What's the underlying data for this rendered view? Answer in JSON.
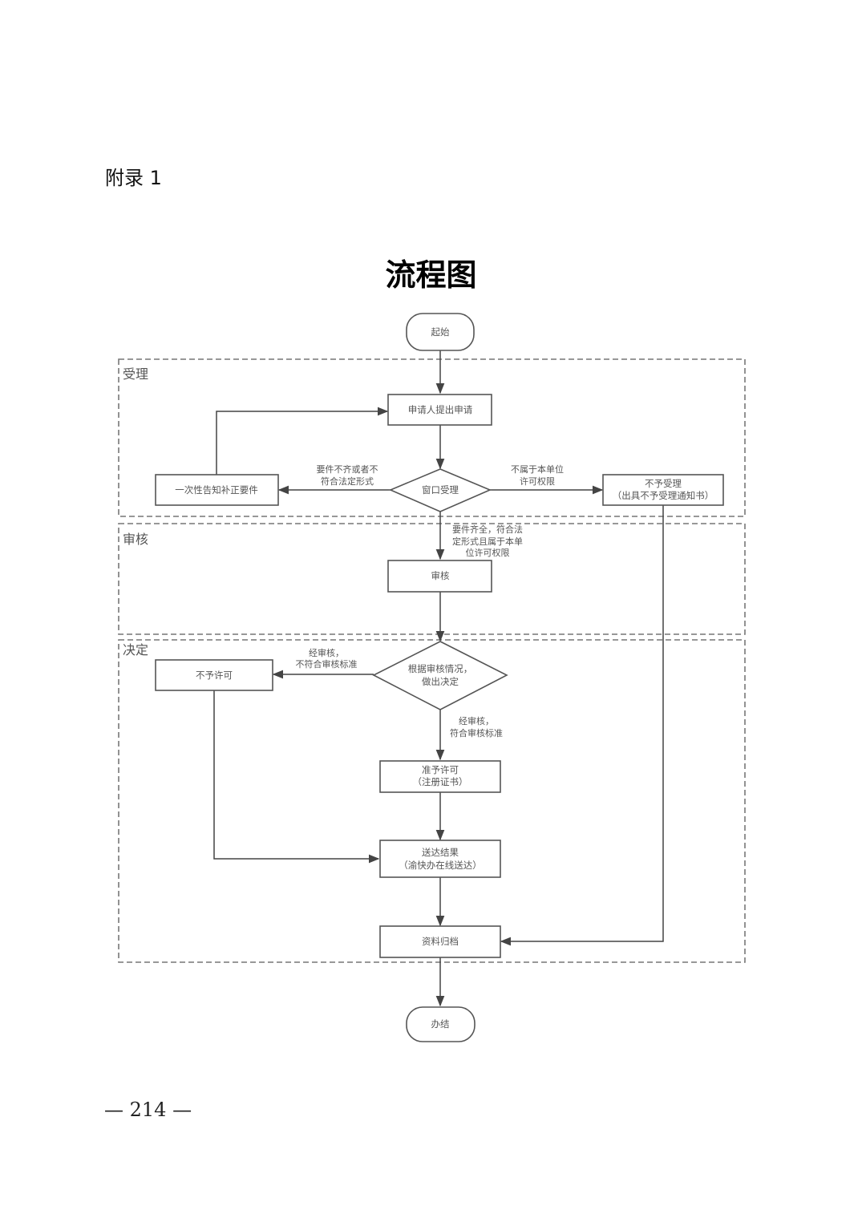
{
  "appendix_label": "附录 1",
  "title": "流程图",
  "page_number": "— 214 —",
  "lanes": [
    {
      "id": "accept",
      "label": "受理"
    },
    {
      "id": "review",
      "label": "审核"
    },
    {
      "id": "decide",
      "label": "决定"
    }
  ],
  "nodes": {
    "start": {
      "lines": [
        "起始"
      ],
      "shape": "terminal"
    },
    "apply": {
      "lines": [
        "申请人提出申请"
      ],
      "shape": "process"
    },
    "window": {
      "lines": [
        "窗口受理"
      ],
      "shape": "decision"
    },
    "notify": {
      "lines": [
        "一次性告知补正要件"
      ],
      "shape": "process"
    },
    "reject_accept": {
      "lines": [
        "不予受理",
        "（出具不予受理通知书）"
      ],
      "shape": "process"
    },
    "review": {
      "lines": [
        "审核"
      ],
      "shape": "process"
    },
    "decide": {
      "lines": [
        "根据审核情况，",
        "做出决定"
      ],
      "shape": "decision"
    },
    "deny": {
      "lines": [
        "不予许可"
      ],
      "shape": "process"
    },
    "grant": {
      "lines": [
        "准予许可",
        "（注册证书）"
      ],
      "shape": "process"
    },
    "deliver": {
      "lines": [
        "送达结果",
        "（渝快办在线送达）"
      ],
      "shape": "process"
    },
    "archive": {
      "lines": [
        "资料归档"
      ],
      "shape": "process"
    },
    "end": {
      "lines": [
        "办结"
      ],
      "shape": "terminal"
    }
  },
  "edge_labels": {
    "window_to_notify": [
      "要件不齐或者不",
      "符合法定形式"
    ],
    "window_to_reject": [
      "不属于本单位",
      "许可权限"
    ],
    "window_to_review": [
      "要件齐全，符合法",
      "定形式且属于本单",
      "位许可权限"
    ],
    "decide_to_deny": [
      "经审核，",
      "不符合审核标准"
    ],
    "decide_to_grant": [
      "经审核，",
      "符合审核标准"
    ]
  },
  "colors": {
    "stroke": "#555555",
    "lane_border": "#777777",
    "text": "#555555"
  }
}
